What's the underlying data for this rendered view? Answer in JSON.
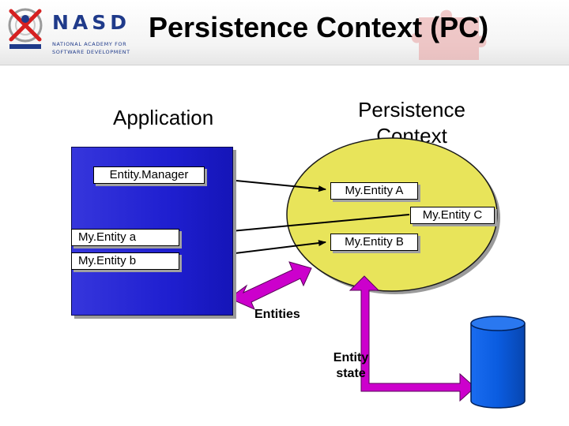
{
  "header": {
    "logo": {
      "wordmark": "NASD",
      "tagline_line1": "NATIONAL ACADEMY FOR",
      "tagline_line2": "SOFTWARE DEVELOPMENT"
    },
    "title": "Persistence Context (PC)"
  },
  "diagram": {
    "application": {
      "heading": "Application",
      "entity_manager": "Entity.Manager",
      "entity_a": "My.Entity a",
      "entity_b": "My.Entity b",
      "panel_color": "#2a2ad8"
    },
    "persistence_context": {
      "heading": "Persistence Context",
      "entity_a": "My.Entity A",
      "entity_b": "My.Entity B",
      "entity_c": "My.Entity C",
      "fill_color": "#e8e45a"
    },
    "entities_label": "Entities",
    "entity_state_label": "Entity state",
    "arrow_color": "#cc00cc",
    "database_color": "#0a5ce0",
    "database_icon": "database-cylinder"
  }
}
